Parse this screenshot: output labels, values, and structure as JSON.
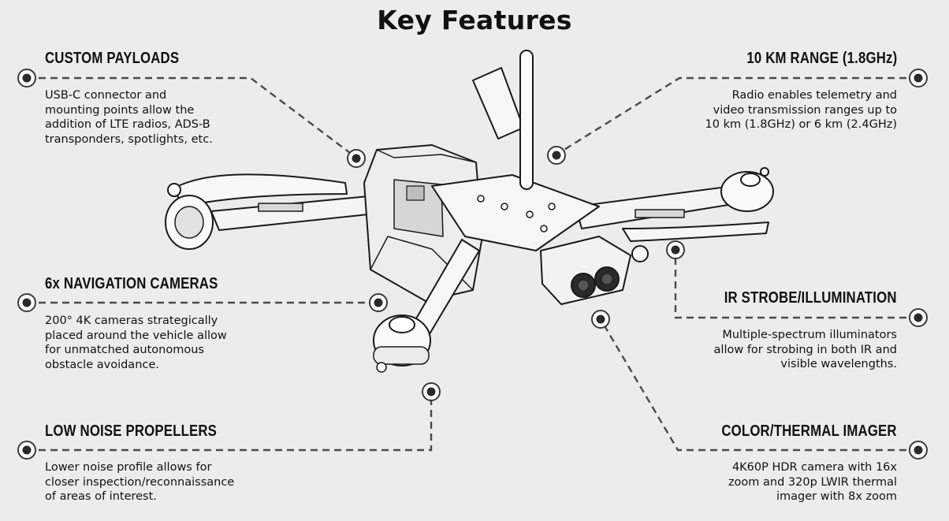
{
  "title": "Key Features",
  "features": [
    {
      "title": "CUSTOM PAYLOADS",
      "lines": [
        "USB-C connector and",
        "mounting points allow the",
        "addition of LTE radios, ADS-B",
        "transponders, spotlights, etc."
      ]
    },
    {
      "title": "6x NAVIGATION CAMERAS",
      "lines": [
        "200° 4K cameras strategically",
        "placed around the vehicle allow",
        "for unmatched autonomous",
        "obstacle avoidance."
      ]
    },
    {
      "title": "LOW NOISE PROPELLERS",
      "lines": [
        "Lower noise profile allows for",
        "closer inspection/reconnaissance",
        "of areas of interest."
      ]
    },
    {
      "title": "10 KM RANGE (1.8GHz)",
      "lines": [
        "Radio enables telemetry and",
        "video transmission ranges up to",
        "10 km (1.8GHz) or 6 km (2.4GHz)"
      ]
    },
    {
      "title": "IR STROBE/ILLUMINATION",
      "lines": [
        "Multiple-spectrum illuminators",
        "allow for strobing in both IR and",
        "visible wavelengths."
      ]
    },
    {
      "title": "COLOR/THERMAL IMAGER",
      "lines": [
        "4K60P HDR camera with 16x",
        "zoom and 320p LWIR thermal",
        "imager with 8x zoom"
      ]
    }
  ],
  "colors": {
    "background": "#ececec",
    "text": "#111111",
    "callout_line": "#4a4a4a",
    "drone_fill": "#fafafa",
    "drone_shade": "#cfcfcf",
    "drone_outline": "#1a1a1a"
  }
}
